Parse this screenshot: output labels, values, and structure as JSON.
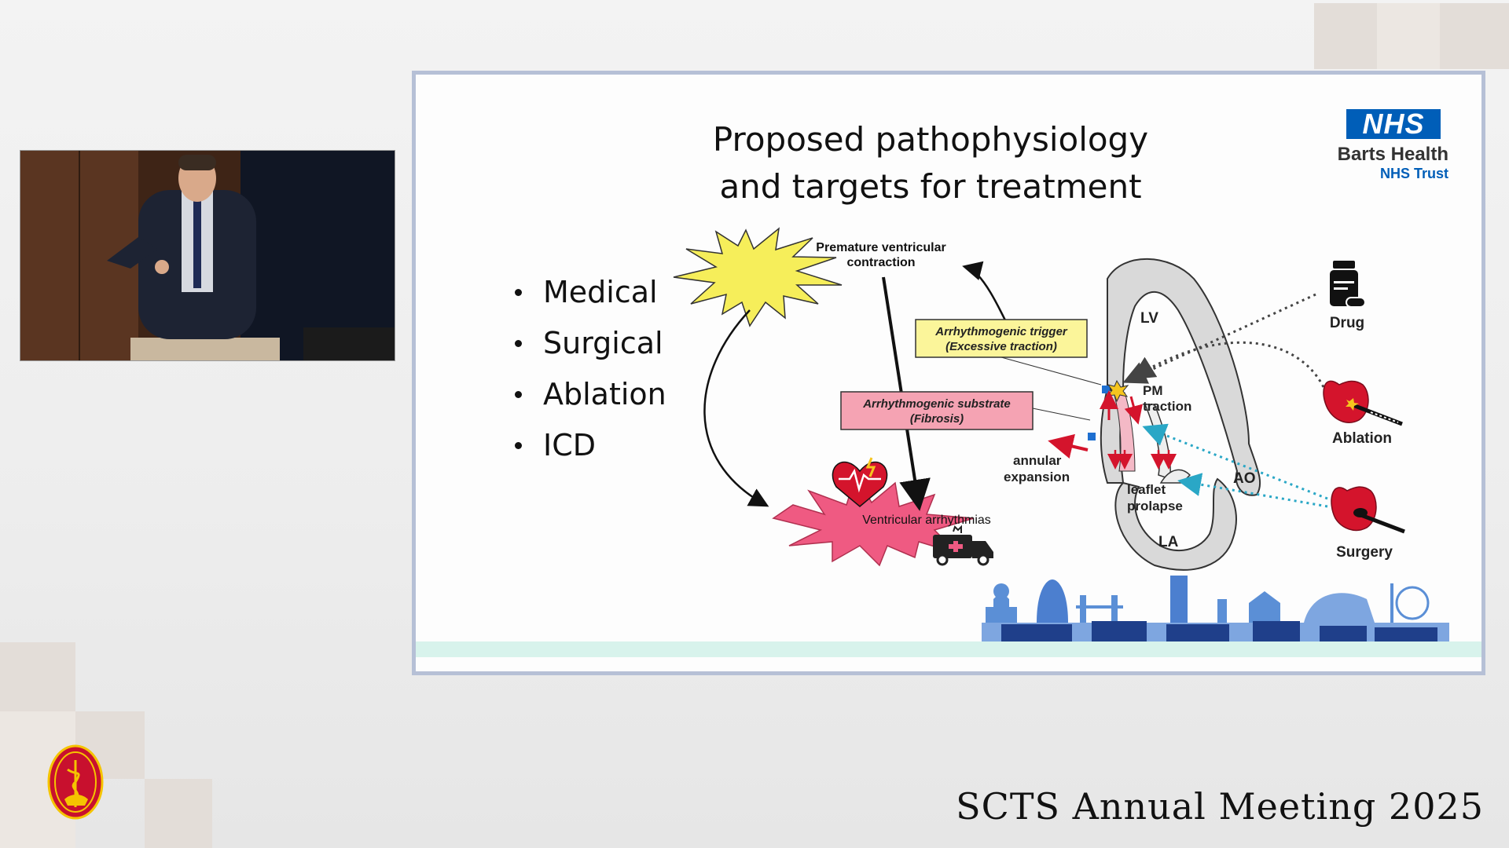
{
  "slide": {
    "title_line1": "Proposed pathophysiology",
    "title_line2": "and targets for treatment",
    "logo": {
      "mark": "NHS",
      "org": "Barts Health",
      "trust": "NHS Trust"
    },
    "bullets": [
      "Medical",
      "Surgical",
      "Ablation",
      "ICD"
    ],
    "diagram": {
      "pvc_line1": "Premature ventricular",
      "pvc_line2": "contraction",
      "trigger_line1": "Arrhythmogenic trigger",
      "trigger_line2": "(Excessive traction)",
      "substrate_line1": "Arrhythmogenic substrate",
      "substrate_line2": "(Fibrosis)",
      "va": "Ventricular arrhythmias",
      "annular_line1": "annular",
      "annular_line2": "expansion",
      "lv": "LV",
      "pm_line1": "PM",
      "pm_line2": "traction",
      "ao": "AO",
      "prolapse_line1": "leaflet",
      "prolapse_line2": "prolapse",
      "la": "LA",
      "drug": "Drug",
      "ablation": "Ablation",
      "surgery": "Surgery"
    }
  },
  "footer": {
    "meeting": "SCTS Annual Meeting 2025"
  },
  "colors": {
    "nhs_blue": "#005eb8",
    "pvc_star": "#f6ee5a",
    "va_star": "#ef5a82",
    "trigger_box": "#fbf59a",
    "substrate_box": "#f5a3b3",
    "teal_arrow": "#2aa7c6",
    "skyline_blue": "#5b8fd6",
    "heart_red": "#d4142c"
  },
  "icons": [
    "pill-bottle-icon",
    "heart-ablation-icon",
    "heart-surgery-icon",
    "heart-ecg-icon",
    "ambulance-icon",
    "scts-logo-icon"
  ]
}
